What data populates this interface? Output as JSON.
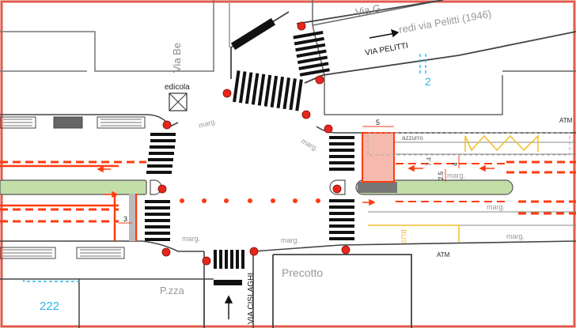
{
  "map": {
    "street_labels": {
      "via_be": "Via Be",
      "via_g": "Via G",
      "via_pelitti": "VIA PELITTI",
      "via_cislaghi": "VIA CISLAGHI",
      "heading_text": "redi via Pelitti (1946)",
      "precotto": "Precotto",
      "pzza": "P.zza"
    },
    "labels": {
      "edicola": "edicola",
      "atm_top": "ATM",
      "atm_bottom": "ATM",
      "azzurro": "azzurro",
      "bus": "BUS",
      "marg_1": "marg.",
      "marg_2": "marg.",
      "marg_3": "marg.",
      "marg_4": "marg.",
      "marg_5": "marg.",
      "marg_6": "marg.",
      "marg_7": "marg."
    },
    "dimensions": {
      "d5": "5",
      "d3": "3",
      "d7_4": "7.4",
      "d2_5": "2.5",
      "d4": "4"
    },
    "numbers": {
      "n2": "2",
      "n222": "222"
    },
    "colors": {
      "frame": "#e15b4c",
      "curb": "#555555",
      "median": "#c4dea8",
      "marking": "#ff3b10",
      "bus_lane": "#f2c12e",
      "water_blue": "#2bb5e6",
      "pink_zone": "#f6b9ad"
    }
  }
}
